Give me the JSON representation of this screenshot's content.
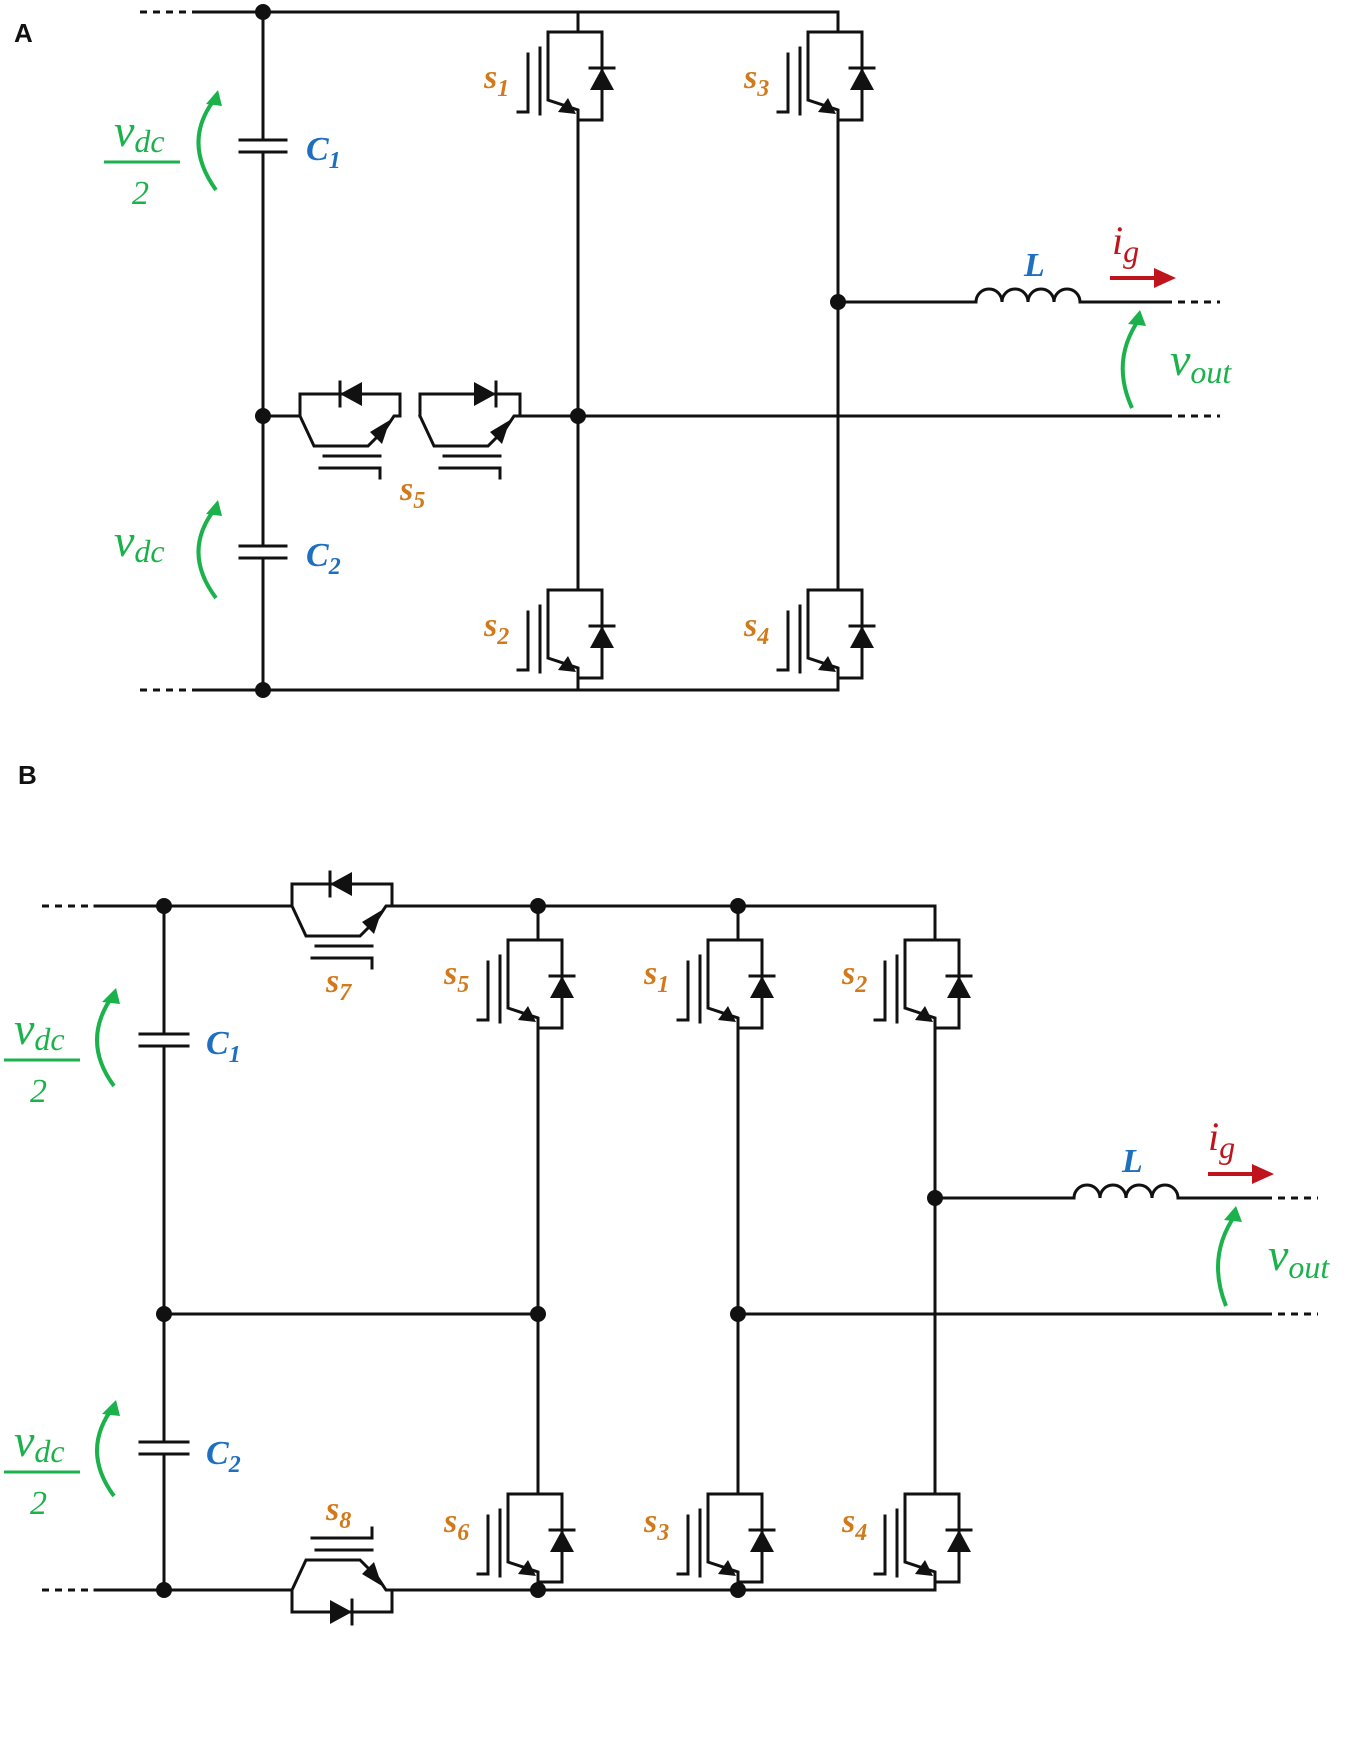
{
  "colors": {
    "wire": "#111111",
    "switch_label": "#d07a1c",
    "component_label": "#1f6fc0",
    "voltage": "#1bb24c",
    "current": "#c0141c"
  },
  "panels": {
    "a": {
      "title": "A",
      "capacitors": [
        {
          "name": "C",
          "sub": "1"
        },
        {
          "name": "C",
          "sub": "2"
        }
      ],
      "voltages": [
        {
          "symbol": "v",
          "sub": "dc",
          "denominator": "2"
        },
        {
          "symbol": "v",
          "sub": "dc"
        }
      ],
      "switches": [
        {
          "name": "s",
          "sub": "1"
        },
        {
          "name": "s",
          "sub": "2"
        },
        {
          "name": "s",
          "sub": "3"
        },
        {
          "name": "s",
          "sub": "4"
        },
        {
          "name": "s",
          "sub": "5"
        }
      ],
      "inductor": {
        "label": "L"
      },
      "current": {
        "symbol": "i",
        "sub": "g"
      },
      "output_voltage": {
        "symbol": "v",
        "sub": "out"
      }
    },
    "b": {
      "title": "B",
      "capacitors": [
        {
          "name": "C",
          "sub": "1"
        },
        {
          "name": "C",
          "sub": "2"
        }
      ],
      "voltages": [
        {
          "symbol": "v",
          "sub": "dc",
          "denominator": "2"
        },
        {
          "symbol": "v",
          "sub": "dc",
          "denominator": "2"
        }
      ],
      "switches": [
        {
          "name": "s",
          "sub": "7"
        },
        {
          "name": "s",
          "sub": "8"
        },
        {
          "name": "s",
          "sub": "5"
        },
        {
          "name": "s",
          "sub": "6"
        },
        {
          "name": "s",
          "sub": "1"
        },
        {
          "name": "s",
          "sub": "3"
        },
        {
          "name": "s",
          "sub": "2"
        },
        {
          "name": "s",
          "sub": "4"
        }
      ],
      "inductor": {
        "label": "L"
      },
      "current": {
        "symbol": "i",
        "sub": "g"
      },
      "output_voltage": {
        "symbol": "v",
        "sub": "out"
      }
    }
  }
}
